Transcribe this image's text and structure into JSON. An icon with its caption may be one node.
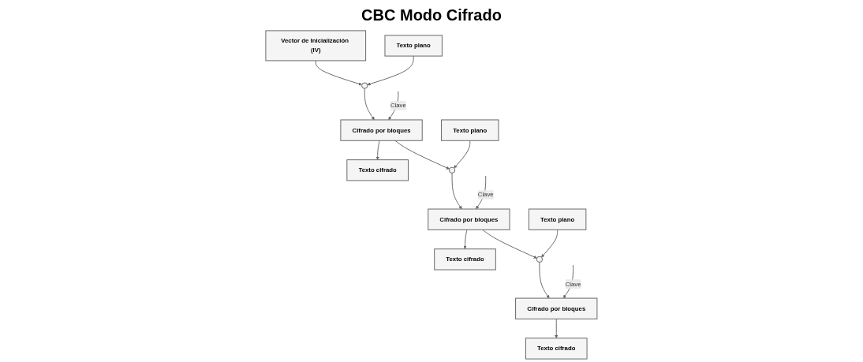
{
  "diagram": {
    "title": "CBC Modo Cifrado",
    "nodes": [
      {
        "text": [
          "Vector de Inicialización (IV)"
        ]
      },
      {
        "text": [
          "Texto plano"
        ]
      },
      {
        "text": [],
        "shape": "circle"
      },
      {
        "text": [
          "Cifrado por bloques"
        ]
      },
      {
        "text": [
          "Texto cifrado"
        ]
      },
      {
        "text": [
          "Texto plano"
        ]
      },
      {
        "text": [],
        "shape": "circle"
      },
      {
        "text": [
          "Cifrado por bloques"
        ]
      },
      {
        "text": [
          "Texto cifrado"
        ]
      },
      {
        "text": [
          "Texto plano"
        ]
      },
      {
        "text": [],
        "shape": "circle"
      },
      {
        "text": [
          "Cifrado por bloques"
        ]
      },
      {
        "text": [
          "Texto cifrado"
        ]
      }
    ],
    "edges": [
      {
        "from": 0,
        "to": 2,
        "arrow": "to"
      },
      {
        "from": 1,
        "to": 2,
        "arrow": "to"
      },
      {
        "from": 2,
        "to": 3,
        "arrow": "to"
      },
      {
        "from": null,
        "to": 3,
        "arrow": "to",
        "label": "Clave"
      },
      {
        "from": 3,
        "to": 4,
        "arrow": "to"
      },
      {
        "from": 3,
        "to": 6,
        "arrow": "to"
      },
      {
        "from": 5,
        "to": 6,
        "arrow": "to"
      },
      {
        "from": 6,
        "to": 7,
        "arrow": "to"
      },
      {
        "from": null,
        "to": 7,
        "arrow": "to",
        "label": "Clave"
      },
      {
        "from": 7,
        "to": 8,
        "arrow": "to"
      },
      {
        "from": 7,
        "to": 10,
        "arrow": "to"
      },
      {
        "from": 9,
        "to": 10,
        "arrow": "to"
      },
      {
        "from": 10,
        "to": 11,
        "arrow": "to"
      },
      {
        "from": null,
        "to": 11,
        "arrow": "to",
        "label": "Clave"
      },
      {
        "from": 11,
        "to": 12,
        "arrow": "to"
      }
    ]
  }
}
